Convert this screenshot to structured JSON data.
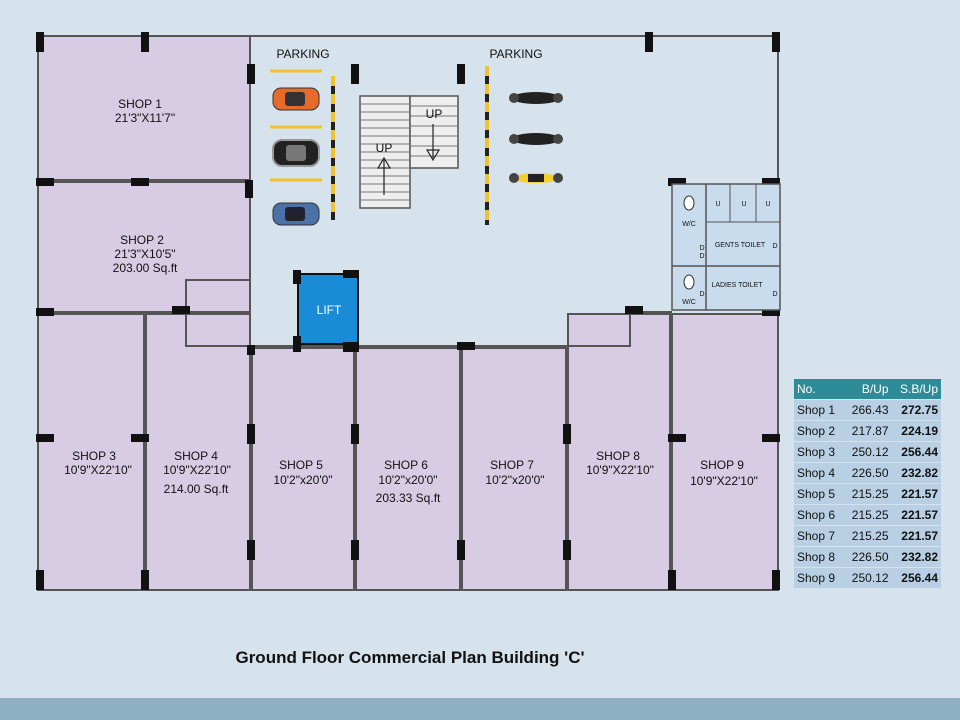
{
  "parking_left": "PARKING",
  "parking_right": "PARKING",
  "stairs": {
    "up_left": "UP",
    "up_right": "UP"
  },
  "lift": "LIFT",
  "toilets": {
    "gents": "GENTS TOILET",
    "ladies": "LADIES TOILET",
    "wc": "W/C",
    "urinal": "U",
    "door": "D"
  },
  "shops": [
    {
      "name": "SHOP 1",
      "dims": "21'3\"X11'7\"",
      "area": ""
    },
    {
      "name": "SHOP 2",
      "dims": "21'3\"X10'5\"",
      "area": "203.00 Sq.ft"
    },
    {
      "name": "SHOP 3",
      "dims": "10'9\"X22'10\"",
      "area": ""
    },
    {
      "name": "SHOP 4",
      "dims": "10'9\"X22'10\"",
      "area": "214.00 Sq.ft"
    },
    {
      "name": "SHOP 5",
      "dims": "10'2\"x20'0\"",
      "area": ""
    },
    {
      "name": "SHOP 6",
      "dims": "10'2\"x20'0\"",
      "area": "203.33 Sq.ft"
    },
    {
      "name": "SHOP 7",
      "dims": "10'2\"x20'0\"",
      "area": ""
    },
    {
      "name": "SHOP 8",
      "dims": "10'9\"X22'10\"",
      "area": ""
    },
    {
      "name": "SHOP 9",
      "dims": "10'9\"X22'10\"",
      "area": ""
    }
  ],
  "table": {
    "headers": [
      "No.",
      "B/Up",
      "S.B/Up"
    ],
    "rows": [
      [
        "Shop 1",
        "266.43",
        "272.75"
      ],
      [
        "Shop 2",
        "217.87",
        "224.19"
      ],
      [
        "Shop 3",
        "250.12",
        "256.44"
      ],
      [
        "Shop 4",
        "226.50",
        "232.82"
      ],
      [
        "Shop 5",
        "215.25",
        "221.57"
      ],
      [
        "Shop 6",
        "215.25",
        "221.57"
      ],
      [
        "Shop 7",
        "215.25",
        "221.57"
      ],
      [
        "Shop 8",
        "226.50",
        "232.82"
      ],
      [
        "Shop 9",
        "250.12",
        "256.44"
      ]
    ]
  },
  "title": "Ground Floor Commercial Plan Building 'C'",
  "colors": {
    "shop_fill": "#d8cce4",
    "floor_bg": "#d6e2ec",
    "lift": "#1a8bd6",
    "table_header": "#2e8c98",
    "table_row": "#b9d0e4",
    "parking_stripe": "#f2c12e"
  }
}
